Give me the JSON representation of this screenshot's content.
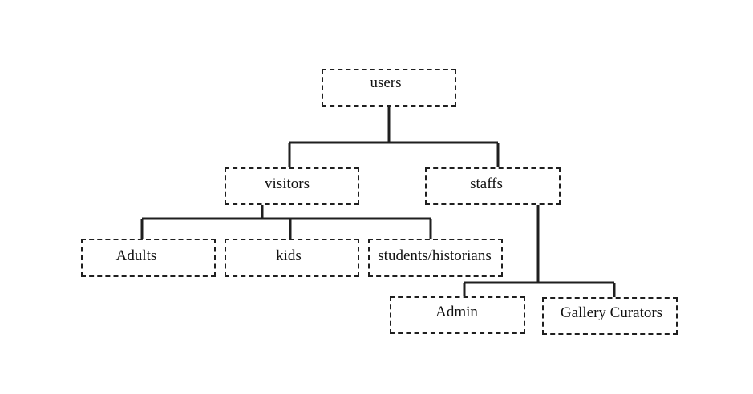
{
  "nodes": {
    "users": "users",
    "visitors": "visitors",
    "staffs": "staffs",
    "adults": "Adults",
    "kids": "kids",
    "students": "students/historians",
    "admin": "Admin",
    "curators": "Gallery Curators"
  },
  "colors": {
    "line": "#1f1f1f",
    "background": "#ffffff"
  }
}
